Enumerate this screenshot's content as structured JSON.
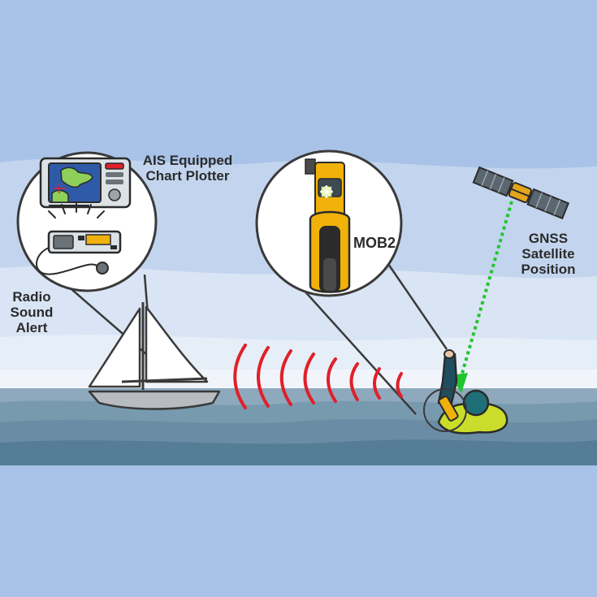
{
  "labels": {
    "chart_plotter": "AIS Equipped\nChart Plotter",
    "radio_alert": "Radio\nSound\nAlert",
    "mob2": "MOB2",
    "gnss": "GNSS\nSatellite\nPosition"
  },
  "colors": {
    "sky": "#a9c3e8",
    "sea_dark": "#567d96",
    "signal": "#e0202a",
    "gnss_link": "#22c52e",
    "device_yellow": "#f0b20a",
    "lifejacket": "#c9dd2a"
  },
  "icons": [
    "chart-plotter-icon",
    "vhf-radio-icon",
    "mob2-beacon-icon",
    "satellite-icon",
    "sailboat-icon",
    "person-overboard-icon"
  ]
}
